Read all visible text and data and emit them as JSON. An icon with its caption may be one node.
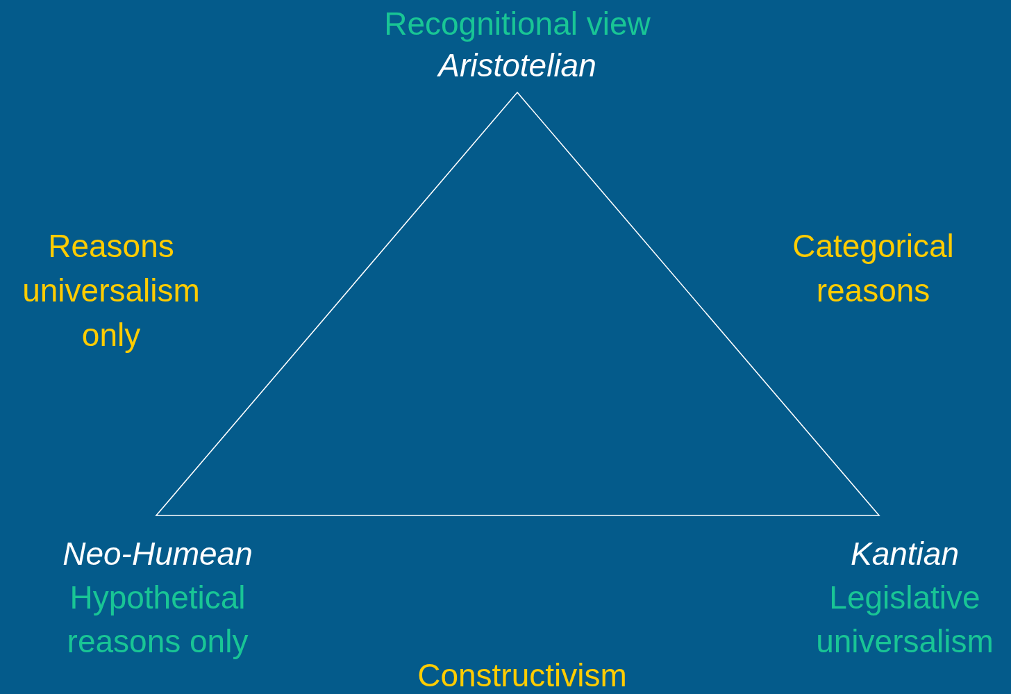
{
  "diagram": {
    "nodes": [
      {
        "text": [
          "Recognitional view",
          "Aristotelian"
        ]
      },
      {
        "text": [
          "Neo-Humean",
          "Hypothetical reasons only"
        ]
      },
      {
        "text": [
          "Kantian",
          "Legislative universalism"
        ]
      }
    ],
    "labels": [
      "Reasons universalism only",
      "Categorical reasons",
      "Constructivism"
    ]
  }
}
